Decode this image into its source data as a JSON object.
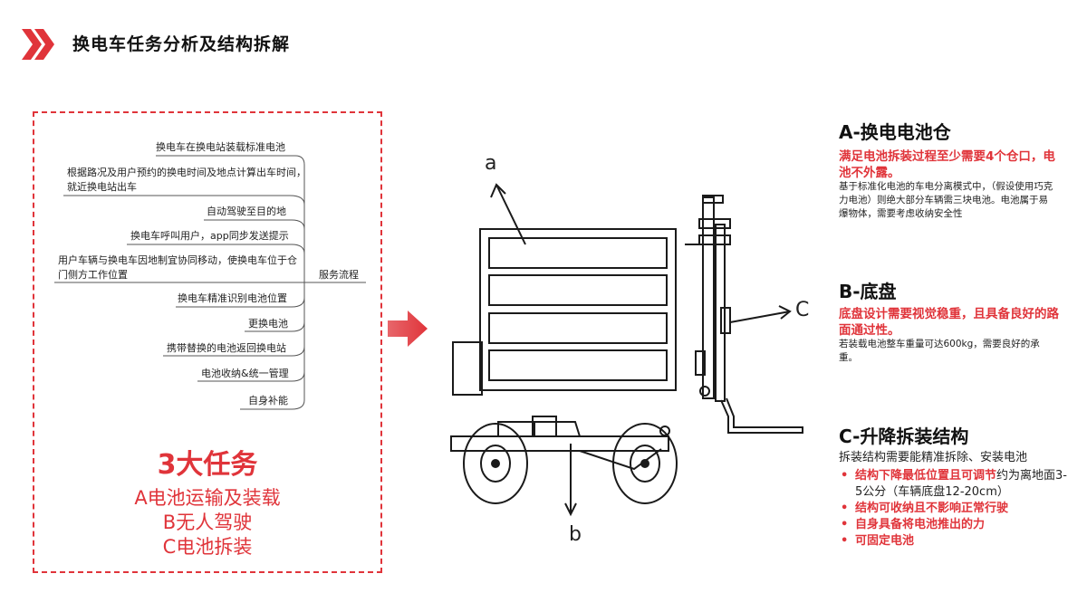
{
  "header": {
    "title": "换电车任务分析及结构拆解"
  },
  "flow": {
    "items": [
      "换电车在换电站装载标准电池",
      "根据路况及用户预约的换电时间及地点计算出车时间，就近换电站出车",
      "自动驾驶至目的地",
      "换电车呼叫用户，app同步发送提示",
      "用户车辆与换电车因地制宜协同移动，使换电车位于仓门侧方工作位置",
      "换电车精准识别电池位置",
      "更换电池",
      "携带替换的电池返回换电站",
      "电池收纳&统一管理",
      "自身补能"
    ],
    "root_label": "服务流程"
  },
  "tasks": {
    "title": "3大任务",
    "lines": [
      "A电池运输及装载",
      "B无人驾驶",
      "C电池拆装"
    ]
  },
  "diagram": {
    "label_a": "a",
    "label_b": "b",
    "label_c": "C"
  },
  "sections": {
    "a": {
      "title": "A-换电电池仓",
      "highlight": "满足电池拆装过程至少需要4个仓口，电池不外露。",
      "note": "基于标准化电池的车电分离模式中，（假设使用巧克力电池）则绝大部分车辆需三块电池。电池属于易爆物体，需要考虑收纳安全性"
    },
    "b": {
      "title": "B-底盘",
      "highlight": "底盘设计需要视觉稳重，且具备良好的路面通过性。",
      "note": "若装载电池整车重量可达600kg，需要良好的承重。"
    },
    "c": {
      "title": "C-升降拆装结构",
      "body": "拆装结构需要能精准拆除、安装电池",
      "bullet1_red": "结构下降最低位置且可调节",
      "bullet1_rest": "约为离地面3-5公分（车辆底盘12-20cm）",
      "bullet2": "结构可收纳且不影响正常行驶",
      "bullet3": "自身具备将电池推出的力",
      "bullet4": "可固定电池",
      "bullet_mark": "•"
    }
  },
  "colors": {
    "accent": "#e0343a",
    "text": "#222222"
  }
}
